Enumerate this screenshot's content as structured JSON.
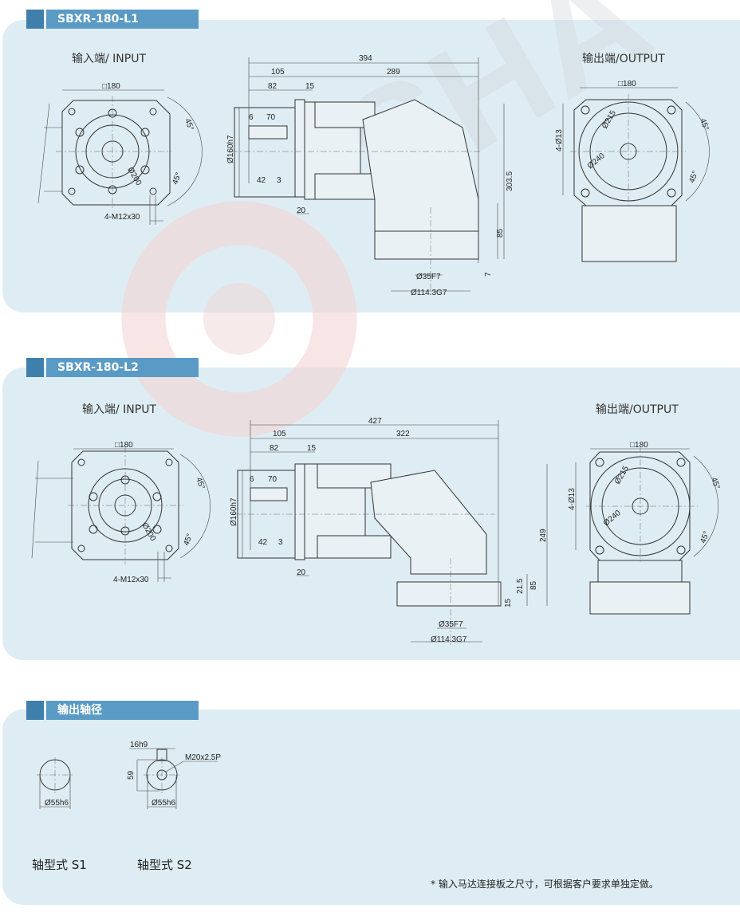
{
  "sections": [
    {
      "tab": "SBXR-180-L1",
      "input_title": "输入端/ INPUT",
      "output_title": "输出端/OUTPUT",
      "input": {
        "square": "□180",
        "angle1": "45°",
        "angle2": "45°",
        "pcd": "Ø200",
        "bolts": "4-M12x30"
      },
      "side": {
        "total": "394",
        "d105": "105",
        "d289": "289",
        "d82": "82",
        "d15": "15",
        "d6": "6",
        "d70": "70",
        "d42": "42",
        "d3": "3",
        "d20": "20",
        "pilot": "Ø160h7",
        "height": "303.5",
        "d85": "85",
        "d7": "7",
        "bore": "Ø35F7",
        "boss": "Ø114.3G7"
      },
      "output": {
        "square": "□180",
        "holes": "4-Ø13",
        "pcd1": "Ø215",
        "pcd2": "Ø240",
        "angle1": "45°",
        "angle2": "45°"
      }
    },
    {
      "tab": "SBXR-180-L2",
      "input_title": "输入端/ INPUT",
      "output_title": "输出端/OUTPUT",
      "input": {
        "square": "□180",
        "angle1": "45°",
        "angle2": "45°",
        "pcd": "Ø200",
        "bolts": "4-M12x30"
      },
      "side": {
        "total": "427",
        "d105": "105",
        "d322": "322",
        "d82": "82",
        "d15": "15",
        "d6": "6",
        "d70": "70",
        "d42": "42",
        "d3": "3",
        "d20": "20",
        "pilot": "Ø160h7",
        "height": "249",
        "d21": "21.5",
        "d85": "85",
        "d15b": "15",
        "bore": "Ø35F7",
        "boss": "Ø114.3G7"
      },
      "output": {
        "square": "□180",
        "holes": "4-Ø13",
        "pcd1": "Ø215",
        "pcd2": "Ø240",
        "angle1": "45°",
        "angle2": "45°"
      }
    }
  ],
  "shaft": {
    "tab": "输出轴径",
    "s1_dia": "Ø55h6",
    "s2_dia": "Ø55h6",
    "s2_key": "16h9",
    "s2_height": "59",
    "s2_thread": "M20x2.5P",
    "s1_label": "轴型式  S1",
    "s2_label": "轴型式  S2"
  },
  "footnote": "* 输入马达连接板之尺寸，可根据客户要求单独定做。",
  "colors": {
    "panel": "#deedf3",
    "tab": "#5a9bc5",
    "tab_dark": "#3f7fab"
  }
}
